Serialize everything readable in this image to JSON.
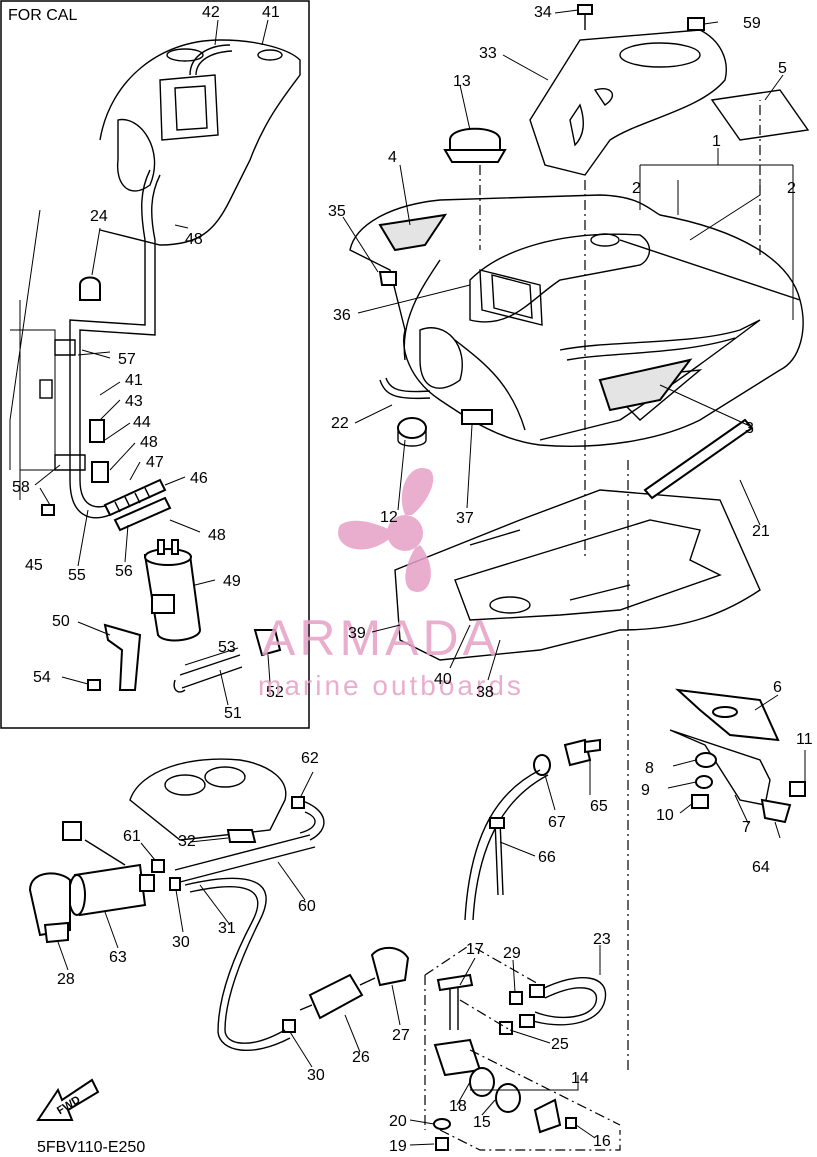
{
  "inset_title": "FOR CAL",
  "diagram_code": "5FBV110-E250",
  "fwd_label": "FWD",
  "watermark": {
    "brand": "ARMADA",
    "tagline": "marine outboards",
    "color": "#e6a1c6"
  },
  "callouts": {
    "c1": "1",
    "c2a": "2",
    "c2b": "2",
    "c3": "3",
    "c4": "4",
    "c5": "5",
    "c6": "6",
    "c7": "7",
    "c8": "8",
    "c9": "9",
    "c10": "10",
    "c11": "11",
    "c12": "12",
    "c13": "13",
    "c14": "14",
    "c15": "15",
    "c16": "16",
    "c17": "17",
    "c18": "18",
    "c19": "19",
    "c20": "20",
    "c21": "21",
    "c22": "22",
    "c23": "23",
    "c24": "24",
    "c25": "25",
    "c26": "26",
    "c27": "27",
    "c28": "28",
    "c29": "29",
    "c30a": "30",
    "c30b": "30",
    "c31": "31",
    "c32": "32",
    "c33": "33",
    "c34": "34",
    "c35": "35",
    "c36": "36",
    "c37": "37",
    "c38": "38",
    "c39": "39",
    "c40": "40",
    "c41a": "41",
    "c41b": "41",
    "c42": "42",
    "c43": "43",
    "c44": "44",
    "c45": "45",
    "c46": "46",
    "c47": "47",
    "c48a": "48",
    "c48b": "48",
    "c48c": "48",
    "c49": "49",
    "c50": "50",
    "c51": "51",
    "c52": "52",
    "c53": "53",
    "c54": "54",
    "c55": "55",
    "c56": "56",
    "c57": "57",
    "c58": "58",
    "c59": "59",
    "c60": "60",
    "c61": "61",
    "c62": "62",
    "c63": "63",
    "c64": "64",
    "c65": "65",
    "c66": "66",
    "c67": "67"
  }
}
